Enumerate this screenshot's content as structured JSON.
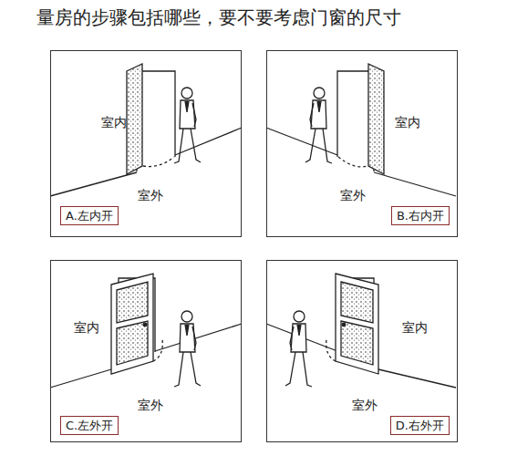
{
  "diagram": {
    "title": "量房的步骤包括哪些，要不要考虑门窗的尺寸",
    "nodes": [
      {
        "text": [
          "室内",
          "室外"
        ]
      },
      {
        "text": [
          "A.左内开"
        ],
        "in": 0
      },
      {
        "text": [
          "室内",
          "室外"
        ]
      },
      {
        "text": [
          "B.右内开"
        ],
        "in": 2
      },
      {
        "text": [
          "室内",
          "室外"
        ]
      },
      {
        "text": [
          "C.左外开"
        ],
        "in": 4
      },
      {
        "text": [
          "室内",
          "室外"
        ]
      },
      {
        "text": [
          "D.右外开"
        ],
        "in": 6
      }
    ]
  }
}
